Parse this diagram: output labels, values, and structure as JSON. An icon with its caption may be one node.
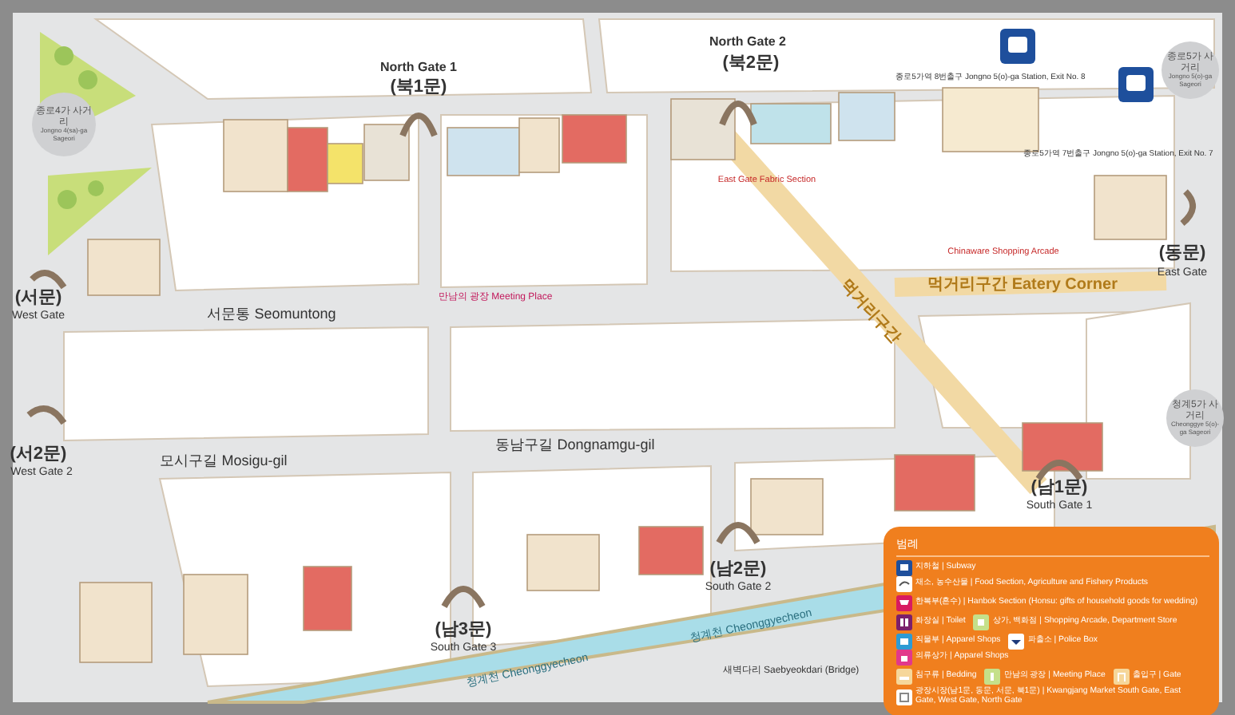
{
  "diagram": {
    "nodes": [
      {
        "text": [
          "종로4가 사거리",
          "Jongno 4(sa)-ga Sageori"
        ]
      },
      {
        "text": [
          "종로5가 사거리",
          "Jongno 5(o)-ga Sageori"
        ]
      },
      {
        "text": [
          "청계5가 사거리",
          "Cheonggye 5(o)-ga Sageori"
        ]
      }
    ],
    "labels": [
      "North Gate 1",
      "(북1문)",
      "North Gate 2",
      "(북2문)",
      "(동문)",
      "East Gate",
      "(서문)",
      "West Gate",
      "(서2문)",
      "West Gate 2",
      "(남1문)",
      "South Gate 1",
      "(남2문)",
      "South Gate 2",
      "(남3문)",
      "South Gate 3",
      "서문통 Seomuntong",
      "모시구길 Mosigu-gil",
      "동남구길 Dongnamgu-gil",
      "먹거리구간",
      "먹거리구간 Eatery Corner",
      "청계천 Cheonggyecheon",
      "청계천 Cheonggyecheon",
      "종로5가역 8번출구 Jongno 5(o)-ga Station, Exit No. 8",
      "종로5가역 7번출구 Jongno 5(o)-ga Station, Exit No. 7",
      "만남의 광장 Meeting Place",
      "새벽다리 Saebyeokdari (Bridge)",
      "East Gate Fabric Section",
      "Chinaware Shopping Arcade",
      "범례"
    ],
    "legend": [
      {
        "text": "지하철 | Subway"
      },
      {
        "text": "채소, 농수산물 | Food Section, Agriculture and Fishery Products"
      },
      {
        "text": "한복부(혼수) | Hanbok Section (Honsu: gifts of household goods for wedding)"
      },
      {
        "text": "화장실 | Toilet"
      },
      {
        "text": "상가, 백화점 | Shopping Arcade, Department Store"
      },
      {
        "text": "직물부 | Apparel Shops"
      },
      {
        "text": "파출소 | Police Box"
      },
      {
        "text": "의류상가 | Apparel Shops"
      },
      {
        "text": "침구류 | Bedding"
      },
      {
        "text": "만남의 광장 | Meeting Place"
      },
      {
        "text": "출입구 | Gate"
      },
      {
        "text": "광장시장(남1문, 동문, 서문, 북1문) | Kwangjang Market South Gate, East Gate, West Gate, North Gate"
      }
    ]
  }
}
